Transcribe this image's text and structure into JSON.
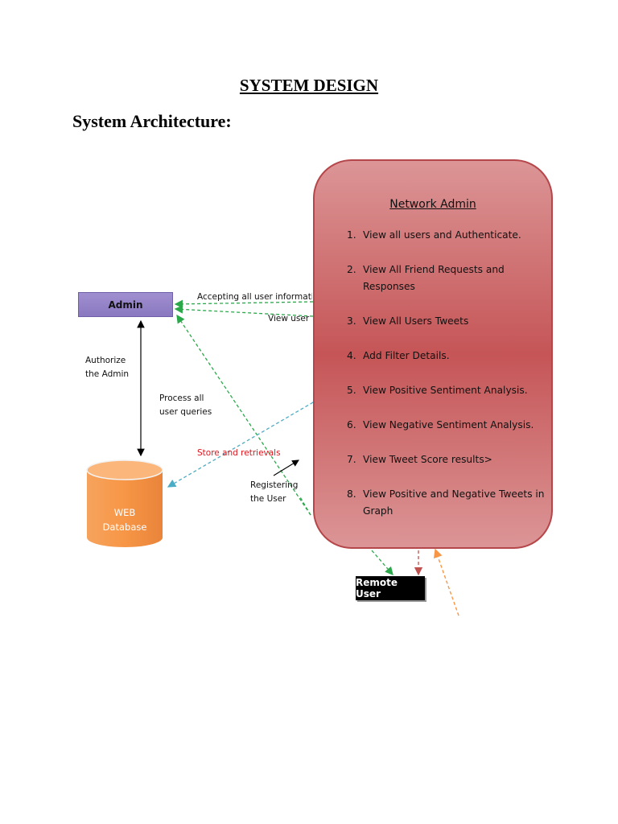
{
  "document": {
    "title": "SYSTEM DESIGN",
    "section": "System Architecture:"
  },
  "diagram": {
    "network_admin": {
      "heading": "Network Admin",
      "items": [
        {
          "num": "1.",
          "text": "View all users and Authenticate."
        },
        {
          "num": "2.",
          "text": "View All Friend Requests and Responses"
        },
        {
          "num": "3.",
          "text": "View All Users Tweets"
        },
        {
          "num": "4.",
          "text": "Add Filter Details."
        },
        {
          "num": "5.",
          "text": "View Positive Sentiment Analysis."
        },
        {
          "num": "6.",
          "text": "View Negative Sentiment  Analysis."
        },
        {
          "num": "7.",
          "text": "View Tweet Score results>"
        },
        {
          "num": "8.",
          "text": "View Positive and Negative Tweets in Graph"
        }
      ]
    },
    "admin_label": "Admin",
    "database_label_1": "WEB",
    "database_label_2": "Database",
    "remote_user_label": "Remote User",
    "labels": {
      "accepting": "Accepting all user information",
      "view_user": "View user d",
      "authorize_1": "Authorize",
      "authorize_2": "the Admin",
      "process_1": "Process all",
      "process_2": "user queries",
      "store": "Store and retrievals",
      "registering_1": "Registering",
      "registering_2": "the User"
    },
    "colors": {
      "network_admin_fill": "#c55557",
      "admin_fill": "#8a78c0",
      "database_fill": "#f79646",
      "green_arrow": "#2aa84a",
      "teal_arrow": "#4bacc6",
      "red_arrow": "#c0504d",
      "orange_arrow": "#f79646"
    }
  }
}
